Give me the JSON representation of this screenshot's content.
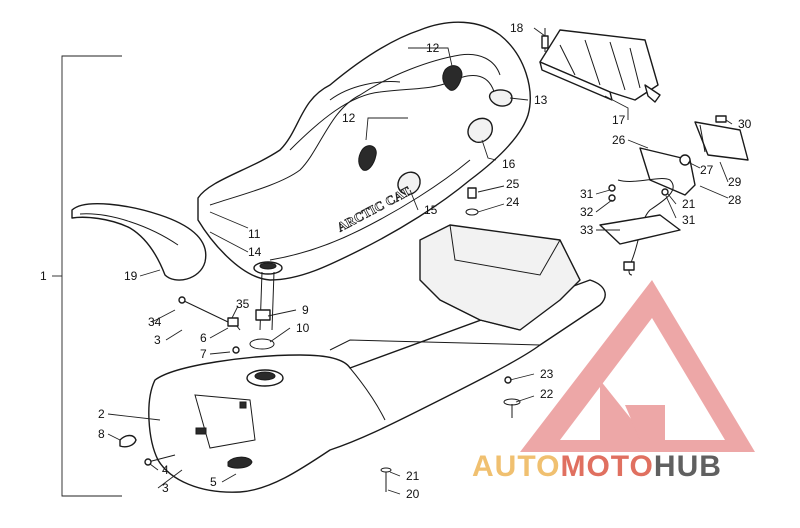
{
  "diagram": {
    "callouts": {
      "c1": "1",
      "c2": "2",
      "c3a": "3",
      "c3b": "3",
      "c4": "4",
      "c5": "5",
      "c6": "6",
      "c7": "7",
      "c8": "8",
      "c9": "9",
      "c10": "10",
      "c11": "11",
      "c12a": "12",
      "c12b": "12",
      "c13": "13",
      "c14": "14",
      "c15": "15",
      "c16": "16",
      "c17": "17",
      "c18": "18",
      "c19": "19",
      "c20": "20",
      "c21a": "21",
      "c21b": "21",
      "c22": "22",
      "c23": "23",
      "c24": "24",
      "c25": "25",
      "c26": "26",
      "c27": "27",
      "c28": "28",
      "c29": "29",
      "c30": "30",
      "c31a": "31",
      "c31b": "31",
      "c32": "32",
      "c33": "33",
      "c34": "34",
      "c35": "35"
    },
    "seat_emboss_text": "ARCTIC CAT"
  },
  "watermark": {
    "part1": "AUTO",
    "part2": "MOTO",
    "part3": "HUB",
    "colors": {
      "triangle": "#e88a8a",
      "auto": "#f0c070",
      "moto": "#e07060",
      "hub": "#606060"
    }
  }
}
